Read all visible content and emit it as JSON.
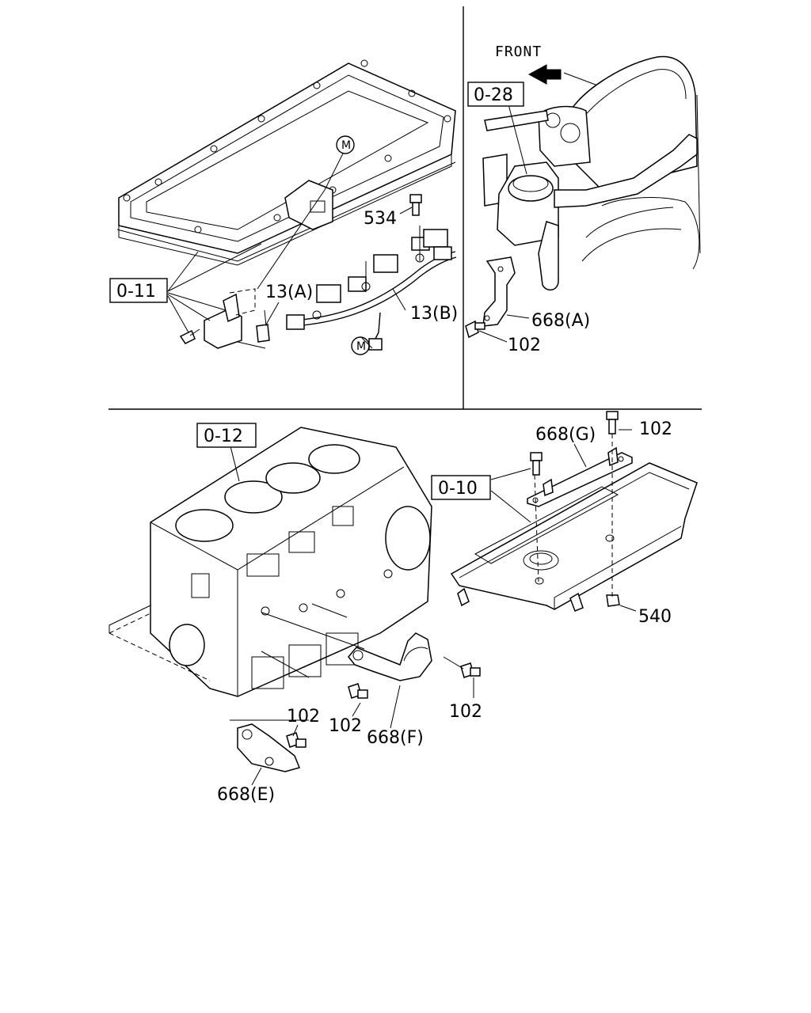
{
  "labels": {
    "front": "FRONT",
    "ref_011": "0-11",
    "ref_028": "0-28",
    "ref_012": "0-12",
    "ref_010": "0-10",
    "p534": "534",
    "p13a": "13(A)",
    "p13b": "13(B)",
    "m_top": "M",
    "m_bottom": "M",
    "p668a": "668(A)",
    "p102_tr": "102",
    "p668g": "668(G)",
    "p102_g": "102",
    "p540": "540",
    "p102_right": "102",
    "p102_mid": "102",
    "p668f": "668(F)",
    "p102_e": "102",
    "p668e": "668(E)"
  }
}
